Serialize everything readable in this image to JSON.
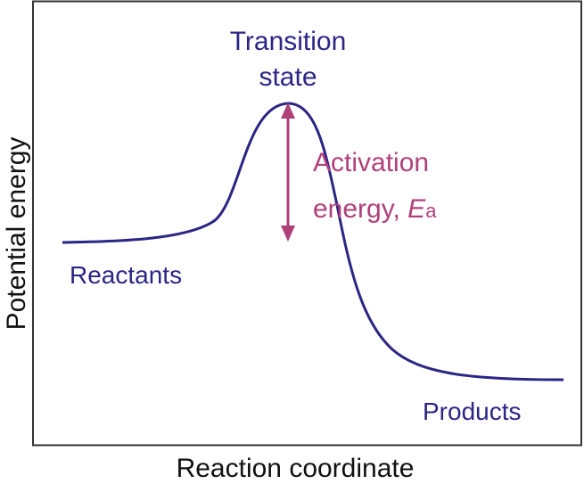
{
  "labels": {
    "transition_line1": "Transition",
    "transition_line2": "state",
    "activation_line1": "Activation",
    "activation_line2": "energy, ",
    "ea_symbol": "E",
    "ea_subscript": "a",
    "reactants": "Reactants",
    "products": "Products",
    "x_axis": "Reaction coordinate",
    "y_axis": "Potential energy"
  },
  "colors": {
    "curve": "#2b2586",
    "activation": "#b0407a",
    "axis": "#333333",
    "axis_text": "#111111"
  }
}
